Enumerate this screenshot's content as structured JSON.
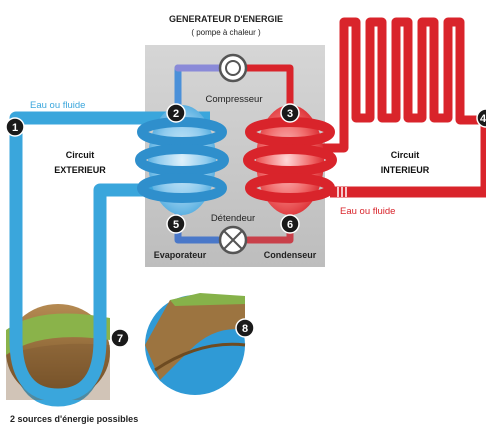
{
  "title": {
    "line1": "GENERATEUR D'ENERGIE",
    "line2": "( pompe à chaleur )"
  },
  "labels": {
    "compressor": "Compresseur",
    "expansion": "Détendeur",
    "evaporator": "Evaporateur",
    "condenser": "Condenseur",
    "fluid_left": "Eau ou fluide",
    "fluid_right": "Eau ou fluide",
    "ext_line1": "Circuit",
    "ext_line2": "EXTERIEUR",
    "int_line1": "Circuit",
    "int_line2": "INTERIEUR",
    "footer": "2 sources d'énergie possibles"
  },
  "markers": [
    "1",
    "2",
    "3",
    "4",
    "5",
    "6",
    "7",
    "8"
  ],
  "colors": {
    "cold": "#3aa6dc",
    "hot": "#d9242b",
    "box": "#c9c9c9",
    "marker": "#1a1a1a"
  }
}
